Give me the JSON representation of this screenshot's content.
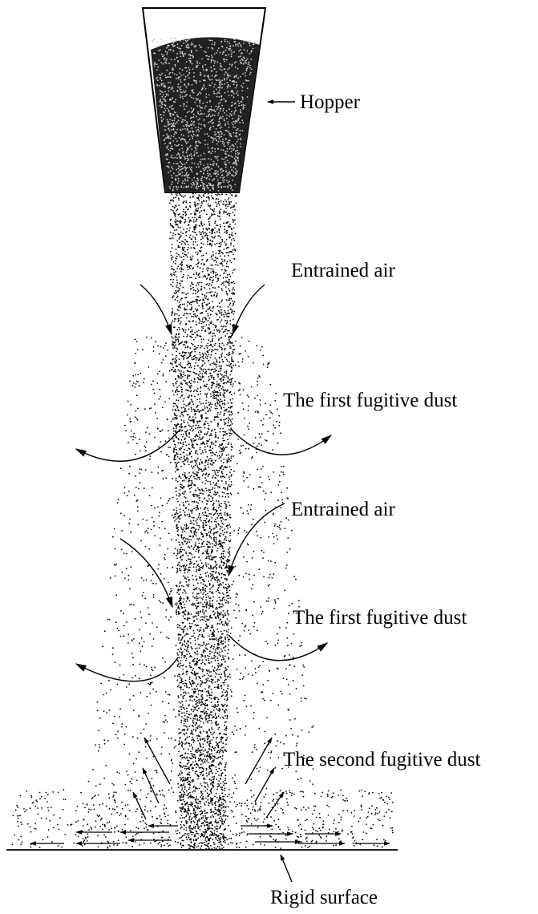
{
  "labels": {
    "hopper": "Hopper",
    "entrained_air_1": "Entrained air",
    "first_dust_1": "The first fugitive dust",
    "entrained_air_2": "Entrained air",
    "first_dust_2": "The first fugitive dust",
    "second_dust": "The second fugitive dust",
    "rigid_surface": "Rigid surface"
  },
  "colors": {
    "ink": "#000000",
    "background": "#ffffff"
  }
}
